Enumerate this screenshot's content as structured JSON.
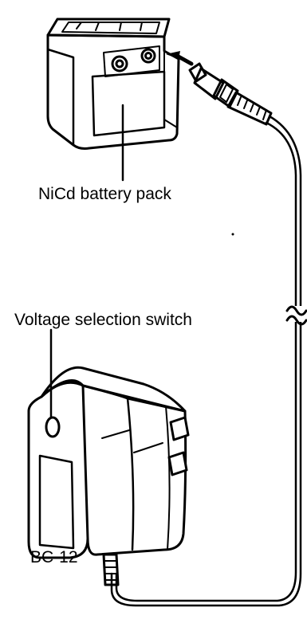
{
  "labels": {
    "battery": "NiCd battery pack",
    "switch": "Voltage selection switch",
    "charger": "BC-12"
  },
  "colors": {
    "ink": "#000000",
    "paper": "#ffffff"
  }
}
